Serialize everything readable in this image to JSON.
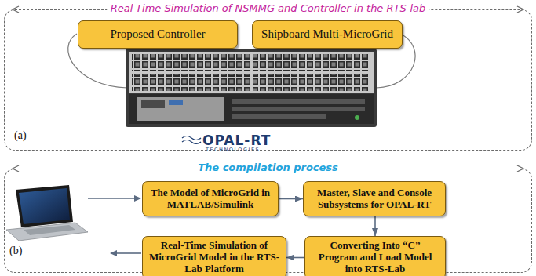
{
  "diagram": {
    "nodes": [
      {
        "text": [
          "Real-Time Simulation of NSMMG and Controller in the RTS-lab",
          "(a)"
        ]
      },
      {
        "text": [
          "Proposed Controller"
        ],
        "in": 0
      },
      {
        "text": [
          "Shipboard Multi-MicroGrid"
        ],
        "in": 0
      },
      {
        "text": [
          "The compilation process",
          "(b)"
        ]
      },
      {
        "text": [
          "The Model of MicroGrid in MATLAB/Simulink"
        ],
        "in": 3
      },
      {
        "text": [
          "Master, Slave and Console Subsystems for OPAL-RT"
        ],
        "in": 3
      },
      {
        "text": [
          "Converting Into “C” Program and Load Model into RTS-Lab"
        ],
        "in": 3
      },
      {
        "text": [
          "Real-Time Simulation of MicroGrid Model in the RTS-Lab Platform"
        ],
        "in": 3
      }
    ],
    "edges": [
      {
        "from": 4,
        "to": 5,
        "arrow": "to"
      },
      {
        "from": 5,
        "to": 6,
        "arrow": "to"
      },
      {
        "from": 6,
        "to": 7,
        "arrow": "to"
      }
    ],
    "labels": [
      "OPAL-RT",
      "TECHNOLOGIES"
    ]
  }
}
